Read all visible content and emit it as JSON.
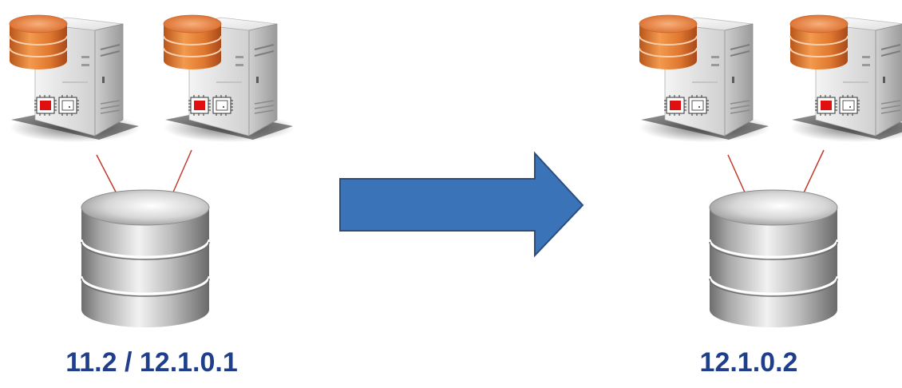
{
  "diagram": {
    "source": {
      "version_label": "11.2 / 12.1.0.1",
      "servers": [
        "server-1",
        "server-2"
      ]
    },
    "target": {
      "version_label": "12.1.0.2",
      "servers": [
        "server-1",
        "server-2"
      ]
    },
    "arrow": {
      "direction": "right",
      "fill": "#3a73b8",
      "stroke": "#2a4f7e"
    },
    "colors": {
      "label": "#1f3f8a",
      "connector": "#c0392b",
      "cpu_active": "#e01010",
      "disk_orange": "#e0782f",
      "database_silver": "#b8b8b8"
    },
    "icons": {
      "server": "server-icon",
      "database": "database-icon",
      "arrow": "arrow-right-icon"
    }
  }
}
